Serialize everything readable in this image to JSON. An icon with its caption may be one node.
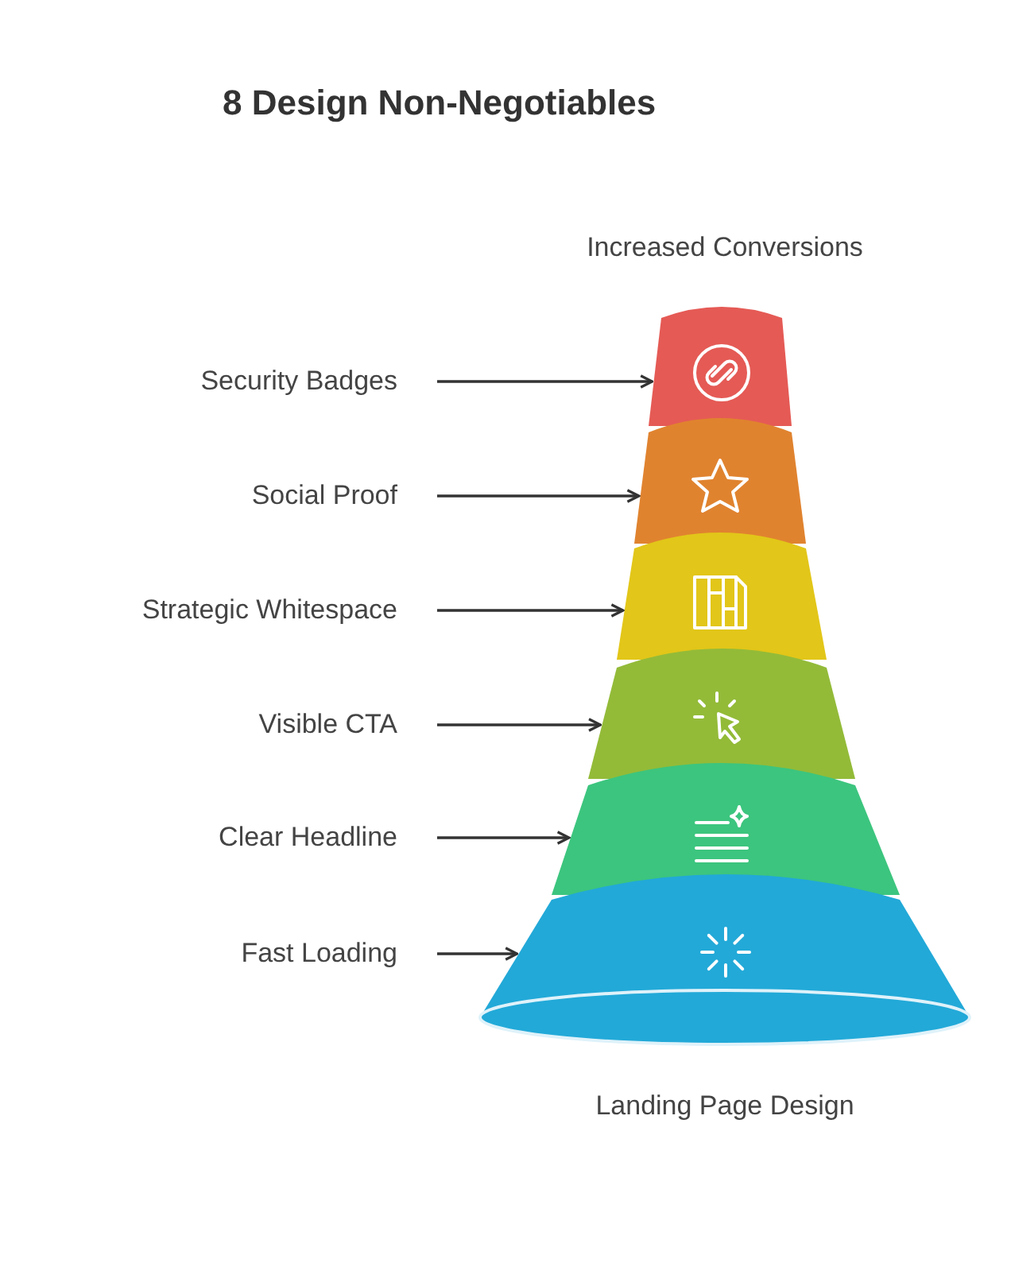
{
  "diagram": {
    "title": "8 Design Non-Negotiables",
    "nodes": [
      {
        "text": [
          "Security Badges"
        ]
      },
      {
        "text": [
          "Social Proof"
        ]
      },
      {
        "text": [
          "Strategic Whitespace"
        ]
      },
      {
        "text": [
          "Visible CTA"
        ]
      },
      {
        "text": [
          "Clear Headline"
        ]
      },
      {
        "text": [
          "Fast Loading"
        ]
      },
      {
        "text": [],
        "shape": "band"
      },
      {
        "text": [],
        "shape": "band"
      },
      {
        "text": [],
        "shape": "band"
      },
      {
        "text": [],
        "shape": "band"
      },
      {
        "text": [],
        "shape": "band"
      },
      {
        "text": [],
        "shape": "band"
      }
    ],
    "edges": [
      {
        "from": 0,
        "to": 6,
        "arrow": "to"
      },
      {
        "from": 1,
        "to": 7,
        "arrow": "to"
      },
      {
        "from": 2,
        "to": 8,
        "arrow": "to"
      },
      {
        "from": 3,
        "to": 9,
        "arrow": "to"
      },
      {
        "from": 4,
        "to": 10,
        "arrow": "to"
      },
      {
        "from": 5,
        "to": 11,
        "arrow": "to"
      }
    ],
    "labels": [
      "Increased Conversions",
      "Landing Page Design"
    ]
  }
}
